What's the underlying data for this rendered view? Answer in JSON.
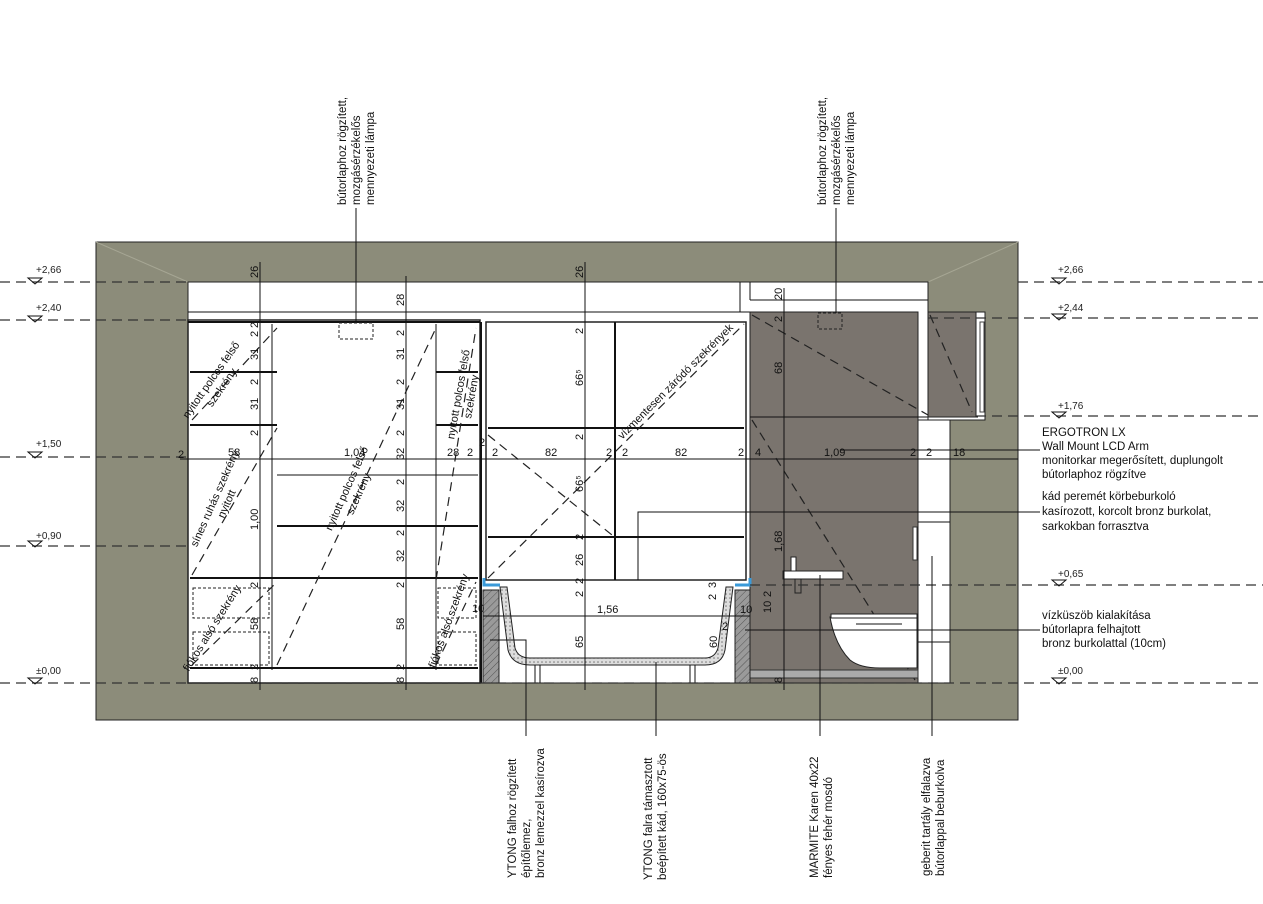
{
  "colors": {
    "wall": "#8c8c7a",
    "room": "#7a746e",
    "accent": "#3a9ad9",
    "line": "#111111"
  },
  "levels_left": [
    "+2,66",
    "+2,40",
    "+1,50",
    "+0,90",
    "±0,00"
  ],
  "levels_right": [
    "+2,66",
    "+2,44",
    "+1,76",
    "+0,65",
    "±0,00"
  ],
  "top_notes": {
    "left": [
      "bútorlaphoz rögzített,",
      "mozgásérzékelős",
      "mennyezeti lámpa"
    ],
    "right": [
      "bútorlaphoz rögzített,",
      "mozgásérzékelős",
      "mennyezeti lámpa"
    ]
  },
  "right_notes": {
    "ergotron": [
      "ERGOTRON LX",
      "Wall Mount LCD Arm",
      "monitorkar megerősített, duplungolt",
      "bútorlaphoz rögzítve"
    ],
    "tub_edge": [
      "kád peremét körbeburkoló",
      "kasírozott, korcolt bronz burkolat,",
      "sarkokban forrasztva"
    ],
    "threshold": [
      "vízküszöb kialakítása",
      "bútorlapra felhajtott",
      "bronz burkolattal (10cm)"
    ]
  },
  "bottom_notes": {
    "ytong_wall": [
      "YTONG falhoz rögzített",
      "építőlemez,",
      "bronz lemezzel kasírozva"
    ],
    "tub": [
      "YTONG falra támasztott",
      "beépített kád, 160x75-ös"
    ],
    "basin": [
      "MARMITE Karen 40x22",
      "fényes fehér mosdó"
    ],
    "cistern": [
      "geberit tartály elfalazva",
      "bútorlappal beburkolva"
    ]
  },
  "cabinet_labels": {
    "open_upper_1": [
      "nyitott polcos felső",
      "szekrény"
    ],
    "rail_wardrobe": [
      "sínes ruhás szekrény",
      "nyitott"
    ],
    "open_upper_2": [
      "nyitott polcos felső",
      "szekrény"
    ],
    "open_upper_3": [
      "nyitott polcos felső",
      "szekrény"
    ],
    "drawer_1": "fiókos alsó szekrény",
    "drawer_2": "fiókos alsó szekrény",
    "steam_tight": "vízmentesen záródó szekrények"
  },
  "dims": {
    "h_left": [
      "2",
      "58",
      "1,04",
      "28",
      "2",
      "2",
      "2",
      "82",
      "2",
      "2",
      "82",
      "2",
      "4",
      "1,09",
      "2",
      "2",
      "18"
    ],
    "v1": [
      "26",
      "2",
      "2",
      "31",
      "2",
      "31",
      "2",
      "1,00",
      "2",
      "58",
      "2",
      "8"
    ],
    "v2": [
      "28",
      "2",
      "31",
      "2",
      "31",
      "2",
      "32",
      "2",
      "32",
      "2",
      "32",
      "2",
      "58",
      "2",
      "8"
    ],
    "v3": [
      "26",
      "2",
      "66⁵",
      "2",
      "66⁵",
      "2",
      "26",
      "2",
      "2",
      "65"
    ],
    "v4": [
      "20",
      "2",
      "68",
      "1,68",
      "8"
    ],
    "tub": [
      "1,56",
      "10",
      "60",
      "2",
      "3",
      "10",
      "2",
      "10",
      "2"
    ]
  }
}
